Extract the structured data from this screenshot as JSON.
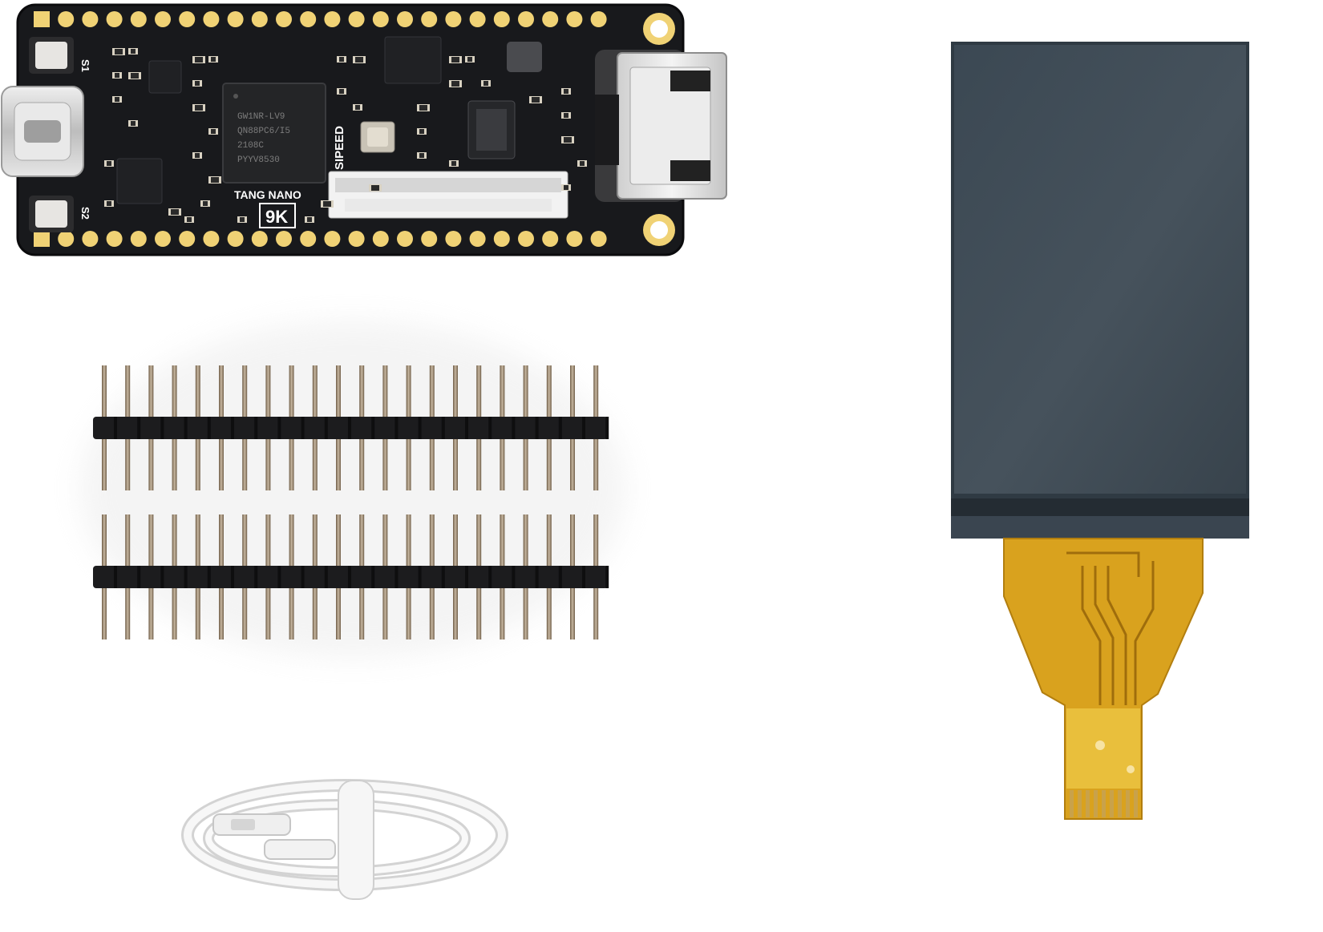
{
  "board": {
    "silkscreen_model": "TANG NANO",
    "silkscreen_size": "9K",
    "brand": "SIPEED",
    "switch_top": "S1",
    "switch_bottom": "S2",
    "fpga_marking": [
      "GW1NR-LV9",
      "QN88PC6/I5",
      "2108C",
      "PYYV8530"
    ],
    "colors": {
      "pcb": "#18191c",
      "pad": "#f0d275",
      "connector_metal": "#d8d8d8"
    }
  },
  "header_strips": {
    "count": 2,
    "pins_per_strip": 22
  },
  "lcd": {
    "colors": {
      "glass": "#3a4650",
      "flex": "#d9a21e"
    }
  },
  "cable": {
    "color": "#f2f2f2"
  }
}
